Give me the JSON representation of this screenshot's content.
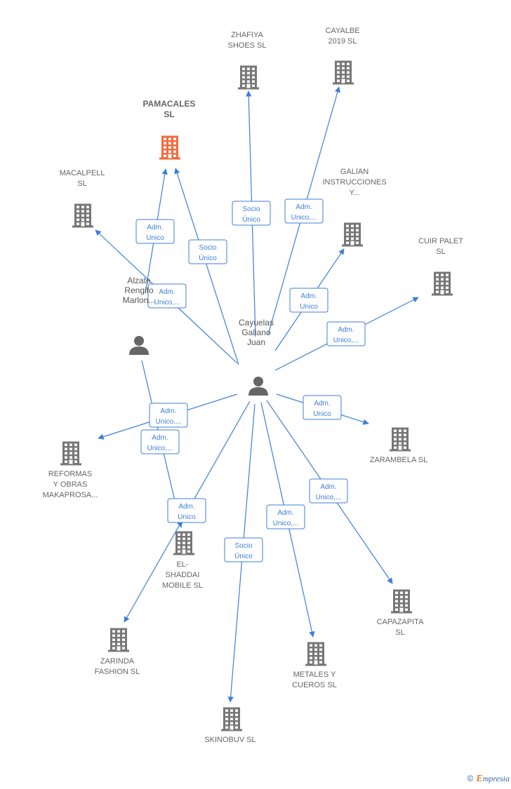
{
  "colors": {
    "edge": "#3d7fd9",
    "company": "#777777",
    "highlight": "#f26a3c",
    "person": "#666666"
  },
  "nodes": [
    {
      "id": "cayuelas",
      "type": "person",
      "lines": [
        "Cayuelas",
        "Galiano",
        "Juan"
      ]
    },
    {
      "id": "alzate",
      "type": "person",
      "lines": [
        "Alzate",
        "Rengifo",
        "Marlon..."
      ]
    },
    {
      "id": "pamacales",
      "type": "company",
      "highlight": true,
      "lines": [
        "PAMACALES",
        "SL"
      ]
    },
    {
      "id": "zhafiya",
      "type": "company",
      "lines": [
        "ZHAFIYA",
        "SHOES SL"
      ]
    },
    {
      "id": "cayalbe",
      "type": "company",
      "lines": [
        "CAYALBE",
        "2019  SL"
      ]
    },
    {
      "id": "macalpell",
      "type": "company",
      "lines": [
        "MACALPELL",
        "SL"
      ]
    },
    {
      "id": "galian",
      "type": "company",
      "lines": [
        "GALIAN",
        "INSTRUCCIONES",
        "Y..."
      ]
    },
    {
      "id": "cuirpalet",
      "type": "company",
      "lines": [
        "CUIR PALET",
        "SL"
      ]
    },
    {
      "id": "zarambela",
      "type": "company",
      "lines": [
        "ZARAMBELA SL"
      ]
    },
    {
      "id": "reformas",
      "type": "company",
      "lines": [
        "REFORMAS",
        "Y OBRAS",
        "MAKAPROSA..."
      ]
    },
    {
      "id": "elshaddai",
      "type": "company",
      "lines": [
        "EL-",
        "SHADDAI",
        "MOBILE  SL"
      ]
    },
    {
      "id": "capazapita",
      "type": "company",
      "lines": [
        "CAPAZAPITA",
        "SL"
      ]
    },
    {
      "id": "zarinda",
      "type": "company",
      "lines": [
        "ZARINDA",
        "FASHION SL"
      ]
    },
    {
      "id": "metales",
      "type": "company",
      "lines": [
        "METALES Y",
        "CUEROS  SL"
      ]
    },
    {
      "id": "skinobuv",
      "type": "company",
      "lines": [
        "SKINOBUV  SL"
      ]
    }
  ],
  "edges": [
    {
      "from": "alzate",
      "to": "pamacales",
      "label": [
        "Adm.",
        "Unico"
      ]
    },
    {
      "from": "cayuelas",
      "to": "pamacales",
      "label": [
        "Socio",
        "Único"
      ]
    },
    {
      "from": "cayuelas",
      "to": "zhafiya",
      "label": [
        "Socio",
        "Único"
      ]
    },
    {
      "from": "cayuelas",
      "to": "cayalbe",
      "label": [
        "Adm.",
        "Unico,..."
      ]
    },
    {
      "from": "cayuelas",
      "to": "macalpell",
      "label": [
        "Adm.",
        "Unico,..."
      ]
    },
    {
      "from": "cayuelas",
      "to": "galian",
      "label": [
        "Adm.",
        "Unico"
      ]
    },
    {
      "from": "cayuelas",
      "to": "cuirpalet",
      "label": [
        "Adm.",
        "Unico,..."
      ]
    },
    {
      "from": "cayuelas",
      "to": "zarambela",
      "label": [
        "Adm.",
        "Unico"
      ]
    },
    {
      "from": "cayuelas",
      "to": "reformas",
      "label": [
        "Adm.",
        "Unico,..."
      ]
    },
    {
      "from": "alzate",
      "to": "elshaddai",
      "label": [
        "Adm.",
        "Unico,..."
      ]
    },
    {
      "from": "cayuelas",
      "to": "zarinda",
      "label": [
        "Adm.",
        "Unico"
      ]
    },
    {
      "from": "cayuelas",
      "to": "capazapita",
      "label": [
        "Adm.",
        "Unico,..."
      ]
    },
    {
      "from": "cayuelas",
      "to": "metales",
      "label": [
        "Adm.",
        "Unico,..."
      ]
    },
    {
      "from": "cayuelas",
      "to": "skinobuv",
      "label": [
        "Socio",
        "Único"
      ]
    }
  ],
  "footer": {
    "copyright": "©",
    "brand_initial": "E",
    "brand_rest": "mpresia"
  }
}
